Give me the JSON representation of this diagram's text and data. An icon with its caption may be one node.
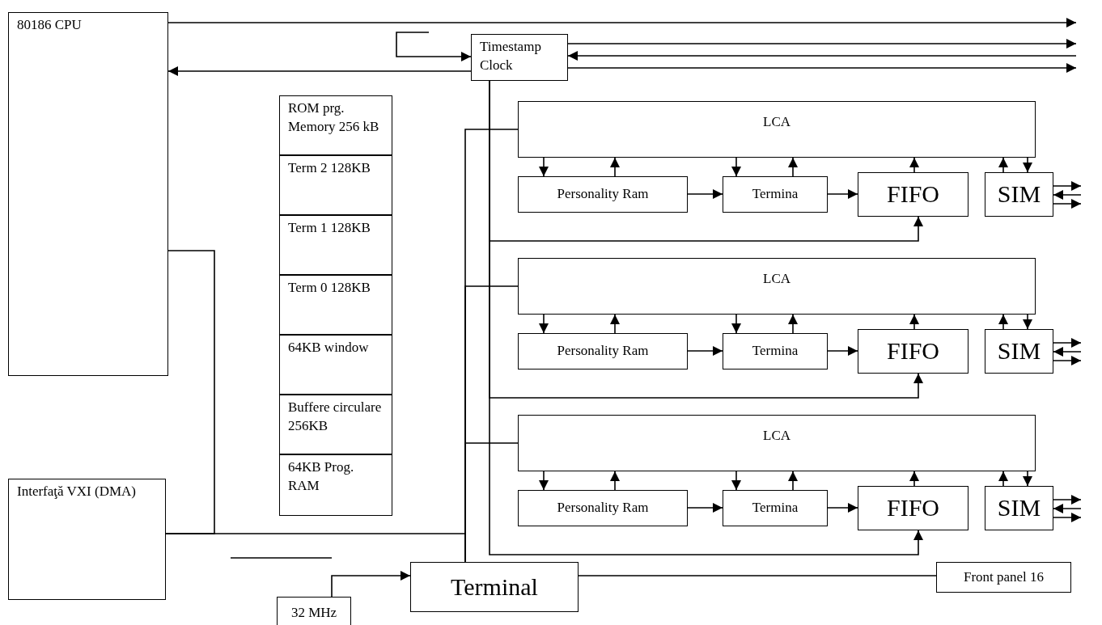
{
  "diagram": {
    "nodes": [
      {
        "text": [
          "80186 CPU"
        ]
      },
      {
        "text": [
          "Timestamp Clock"
        ]
      },
      {
        "text": [
          "ROM prg. Memory 256 kB"
        ]
      },
      {
        "text": [
          "Term 2 128KB"
        ]
      },
      {
        "text": [
          "Term 1 128KB"
        ]
      },
      {
        "text": [
          "Term 0 128KB"
        ]
      },
      {
        "text": [
          "64KB window"
        ]
      },
      {
        "text": [
          "Buffere circulare 256KB"
        ]
      },
      {
        "text": [
          "64KB Prog. RAM"
        ]
      },
      {
        "text": [
          "Interfaţă VXI (DMA)"
        ]
      },
      {
        "text": [
          "LCA"
        ]
      },
      {
        "text": [
          "Personality Ram"
        ]
      },
      {
        "text": [
          "Termina"
        ]
      },
      {
        "text": [
          "FIFO"
        ]
      },
      {
        "text": [
          "SIM"
        ]
      },
      {
        "text": [
          "LCA"
        ]
      },
      {
        "text": [
          "Personality Ram"
        ]
      },
      {
        "text": [
          "Termina"
        ]
      },
      {
        "text": [
          "FIFO"
        ]
      },
      {
        "text": [
          "SIM"
        ]
      },
      {
        "text": [
          "LCA"
        ]
      },
      {
        "text": [
          "Personality Ram"
        ]
      },
      {
        "text": [
          "Termina"
        ]
      },
      {
        "text": [
          "FIFO"
        ]
      },
      {
        "text": [
          "SIM"
        ]
      },
      {
        "text": [
          "Terminal"
        ]
      },
      {
        "text": [
          "32 MHz"
        ]
      },
      {
        "text": [
          "Front panel 16"
        ]
      }
    ],
    "edges": [
      {
        "from": 0,
        "to": null,
        "arrow": "to"
      },
      {
        "from": 1,
        "to": 0,
        "arrow": "to"
      },
      {
        "from": null,
        "to": 1,
        "arrow": "to"
      },
      {
        "from": 1,
        "to": null,
        "arrow": "to"
      },
      {
        "from": null,
        "to": 1,
        "arrow": "to"
      },
      {
        "from": 1,
        "to": null,
        "arrow": "to"
      },
      {
        "from": 1,
        "to": 13,
        "arrow": "to"
      },
      {
        "from": 1,
        "to": 18,
        "arrow": "to"
      },
      {
        "from": 1,
        "to": 23,
        "arrow": "to"
      },
      {
        "from": 0,
        "to": 9,
        "arrow": "none"
      },
      {
        "from": 9,
        "to": 25,
        "arrow": "none"
      },
      {
        "from": 25,
        "to": 10,
        "arrow": "none"
      },
      {
        "from": 25,
        "to": 15,
        "arrow": "none"
      },
      {
        "from": 25,
        "to": 20,
        "arrow": "none"
      },
      {
        "from": 10,
        "to": 11,
        "arrow": "to"
      },
      {
        "from": 11,
        "to": 10,
        "arrow": "to"
      },
      {
        "from": 10,
        "to": 12,
        "arrow": "to"
      },
      {
        "from": 12,
        "to": 10,
        "arrow": "to"
      },
      {
        "from": 13,
        "to": 10,
        "arrow": "to"
      },
      {
        "from": 14,
        "to": 10,
        "arrow": "to"
      },
      {
        "from": 10,
        "to": 14,
        "arrow": "to"
      },
      {
        "from": 11,
        "to": 12,
        "arrow": "to"
      },
      {
        "from": 12,
        "to": 13,
        "arrow": "to"
      },
      {
        "from": 14,
        "to": null,
        "arrow": "to"
      },
      {
        "from": null,
        "to": 14,
        "arrow": "to"
      },
      {
        "from": 14,
        "to": null,
        "arrow": "to"
      },
      {
        "from": 15,
        "to": 16,
        "arrow": "to"
      },
      {
        "from": 16,
        "to": 15,
        "arrow": "to"
      },
      {
        "from": 15,
        "to": 17,
        "arrow": "to"
      },
      {
        "from": 17,
        "to": 15,
        "arrow": "to"
      },
      {
        "from": 18,
        "to": 15,
        "arrow": "to"
      },
      {
        "from": 19,
        "to": 15,
        "arrow": "to"
      },
      {
        "from": 15,
        "to": 19,
        "arrow": "to"
      },
      {
        "from": 16,
        "to": 17,
        "arrow": "to"
      },
      {
        "from": 17,
        "to": 18,
        "arrow": "to"
      },
      {
        "from": 19,
        "to": null,
        "arrow": "to"
      },
      {
        "from": null,
        "to": 19,
        "arrow": "to"
      },
      {
        "from": 19,
        "to": null,
        "arrow": "to"
      },
      {
        "from": 20,
        "to": 21,
        "arrow": "to"
      },
      {
        "from": 21,
        "to": 20,
        "arrow": "to"
      },
      {
        "from": 20,
        "to": 22,
        "arrow": "to"
      },
      {
        "from": 22,
        "to": 20,
        "arrow": "to"
      },
      {
        "from": 23,
        "to": 20,
        "arrow": "to"
      },
      {
        "from": 24,
        "to": 20,
        "arrow": "to"
      },
      {
        "from": 20,
        "to": 24,
        "arrow": "to"
      },
      {
        "from": 21,
        "to": 22,
        "arrow": "to"
      },
      {
        "from": 22,
        "to": 23,
        "arrow": "to"
      },
      {
        "from": 24,
        "to": null,
        "arrow": "to"
      },
      {
        "from": null,
        "to": 24,
        "arrow": "to"
      },
      {
        "from": 24,
        "to": null,
        "arrow": "to"
      },
      {
        "from": 26,
        "to": 25,
        "arrow": "to"
      },
      {
        "from": 25,
        "to": 27,
        "arrow": "none"
      }
    ]
  }
}
